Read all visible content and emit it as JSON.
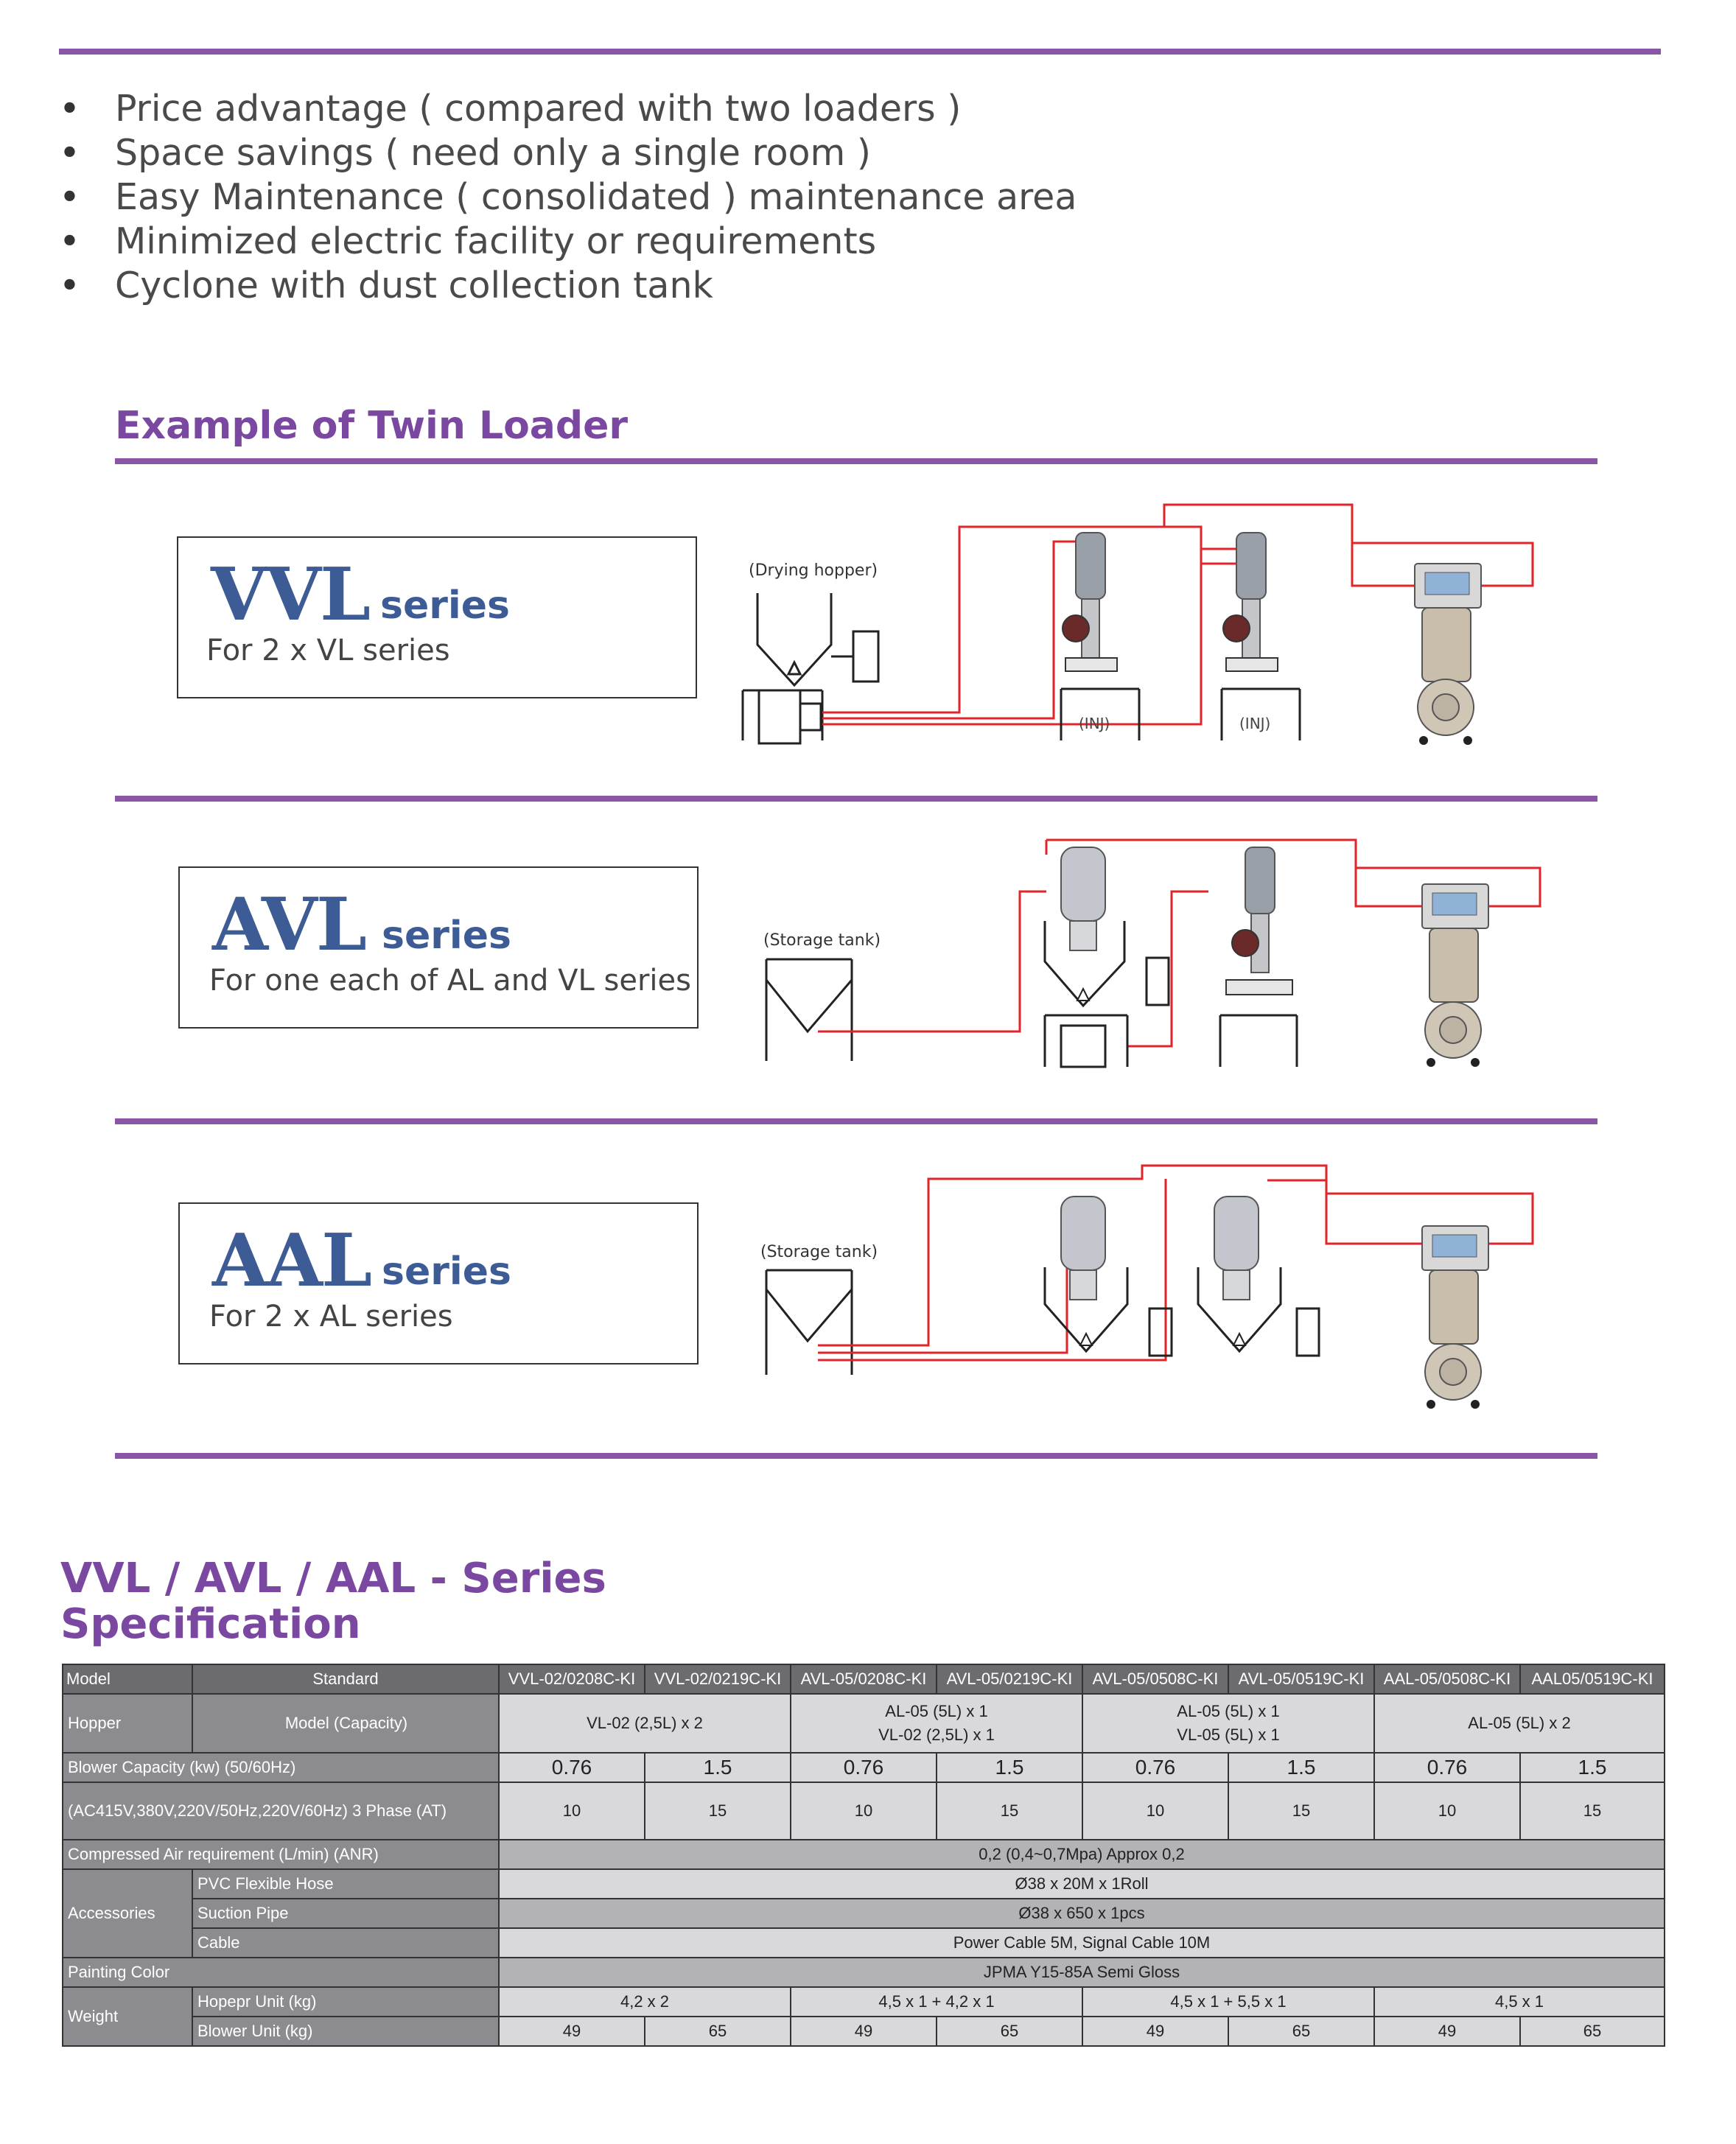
{
  "bullets": [
    "Price advantage ( compared with two loaders )",
    "Space savings ( need only a single room )",
    "Easy Maintenance ( consolidated ) maintenance area",
    "Minimized electric facility or requirements",
    "Cyclone with dust collection tank"
  ],
  "example_heading": "Example of Twin Loader",
  "series": [
    {
      "code": "VVL",
      "word": "series",
      "subtitle": "For  2 x VL series",
      "source_label": "(Drying hopper)",
      "inj_label": "(INJ)"
    },
    {
      "code": "AVL",
      "word": "series",
      "subtitle": "For one each of AL and VL series",
      "source_label": "(Storage tank)"
    },
    {
      "code": "AAL",
      "word": "series",
      "subtitle": "For  2 x AL series",
      "source_label": "(Storage tank)"
    }
  ],
  "spec_heading": {
    "line1": "VVL / AVL / AAL  - Series",
    "line2": "Specification"
  },
  "colors": {
    "accent": "#8a55a5",
    "series_blue": "#3d5b94",
    "pipe_red": "#e0262b"
  },
  "table": {
    "model_label": "Model",
    "standard_label": "Standard",
    "models": [
      "VVL-02/0208C-KI",
      "VVL-02/0219C-KI",
      "AVL-05/0208C-KI",
      "AVL-05/0219C-KI",
      "AVL-05/0508C-KI",
      "AVL-05/0519C-KI",
      "AAL-05/0508C-KI",
      "AAL05/0519C-KI"
    ],
    "hopper_label": "Hopper",
    "hopper_sub": "Model (Capacity)",
    "hopper_vvl": "VL-02 (2,5L) x 2",
    "hopper_avl_a1": "AL-05 (5L) x 1",
    "hopper_avl_a2": "VL-02 (2,5L) x 1",
    "hopper_avl_b1": "AL-05 (5L) x 1",
    "hopper_avl_b2": "VL-05 (5L) x 1",
    "hopper_aal": "AL-05 (5L) x 2",
    "blower_label": "Blower Capacity      (kw) (50/60Hz)",
    "blower_values": [
      "0.76",
      "1.5",
      "0.76",
      "1.5",
      "0.76",
      "1.5",
      "0.76",
      "1.5"
    ],
    "voltage_label": "(AC415V,380V,220V/50Hz,220V/60Hz) 3 Phase (AT)",
    "voltage_values": [
      "10",
      "15",
      "10",
      "15",
      "10",
      "15",
      "10",
      "15"
    ],
    "air_label": "Compressed Air requirement  (L/min) (ANR)",
    "air_value": "0,2 (0,4~0,7Mpa) Approx 0,2",
    "acc_label": "Accessories",
    "acc_hose_label": "PVC Flexible Hose",
    "acc_hose_value": "Ø38 x 20M x 1Roll",
    "acc_pipe_label": "Suction Pipe",
    "acc_pipe_value": "Ø38 x 650 x 1pcs",
    "acc_cable_label": "Cable",
    "acc_cable_value": "Power Cable 5M, Signal Cable 10M",
    "paint_label": "Painting Color",
    "paint_value": "JPMA Y15-85A Semi Gloss",
    "weight_label": "Weight",
    "weight_hopper_label": "Hopepr Unit   (kg)",
    "weight_hopper_values": [
      "4,2 x 2",
      "4,5 x 1 + 4,2 x 1",
      "4,5 x 1 + 5,5 x 1",
      "4,5 x 1"
    ],
    "weight_blower_label": "Blower Unit   (kg)",
    "weight_blower_values": [
      "49",
      "65",
      "49",
      "65",
      "49",
      "65",
      "49",
      "65"
    ]
  }
}
